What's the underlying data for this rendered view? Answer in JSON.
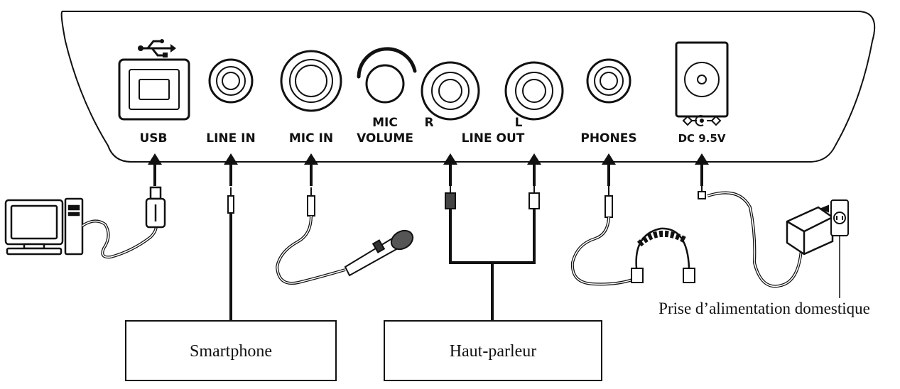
{
  "panel": {
    "ports": {
      "usb": "USB",
      "line_in": "LINE IN",
      "mic_in": "MIC IN",
      "mic_volume_line1": "MIC",
      "mic_volume_line2": "VOLUME",
      "r": "R",
      "l": "L",
      "line_out": "LINE OUT",
      "phones": "PHONES",
      "dc": "DC 9.5V"
    }
  },
  "devices": {
    "smartphone": "Smartphone",
    "speaker": "Haut-parleur",
    "outlet": "Prise d’alimentation domestique"
  },
  "icons": [
    "usb-icon",
    "computer-icon",
    "microphone-icon",
    "headphones-icon",
    "ac-adapter-icon",
    "wall-outlet-icon",
    "polarity-icon"
  ]
}
